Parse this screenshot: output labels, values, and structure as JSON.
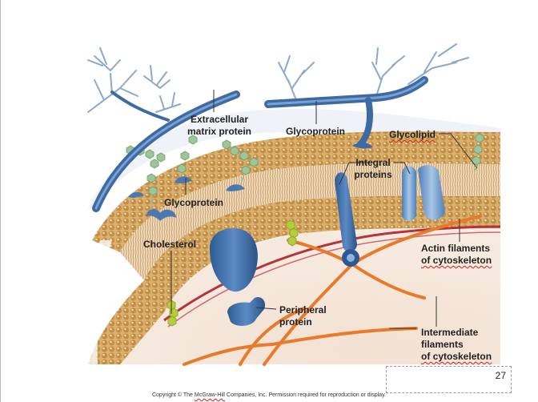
{
  "labels": {
    "extracellular_matrix_protein": [
      "Extracellular",
      "matrix protein"
    ],
    "glycoprotein_top": "Glycoprotein",
    "glycolipid": "Glycolipid",
    "integral_proteins": [
      "Integral",
      "proteins"
    ],
    "glycoprotein_left": "Glycoprotein",
    "cholesterol": "Cholesterol",
    "actin_filaments": [
      "Actin filaments",
      "of cytoskeleton"
    ],
    "peripheral_protein": [
      "Peripheral",
      "protein"
    ],
    "intermediate_filaments": [
      "Intermediate",
      "filaments",
      "of cytoskeleton"
    ]
  },
  "page_number": "27",
  "copyright": {
    "prefix": "Copyright © The ",
    "company": "McGraw-Hill",
    "suffix": " Companies, Inc. Permission required for reproduction or display."
  },
  "colors": {
    "protein_blue": "#3f6ea8",
    "sugar_green": "#9cc59a",
    "lipid_head": "#d3a45b",
    "cytoskeleton_orange": "#e87a2a",
    "actin_red": "#b8323c",
    "cholesterol_green": "#b6cc3c"
  }
}
